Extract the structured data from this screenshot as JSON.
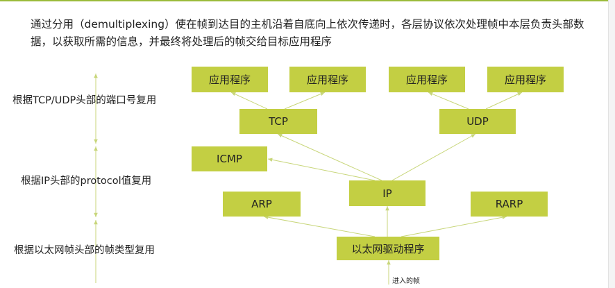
{
  "heading": "通过分用（demultiplexing）使在帧到达目的主机沿着自底向上依次传递时，各层协议依次处理帧中本层负责头部数据，以获取所需的信息，并最终将处理后的帧交给目标应用程序",
  "side_labels": {
    "top": "根据TCP/UDP头部的端口号复用",
    "middle": "根据IP头部的protocol值复用",
    "bottom": "根据以太网帧头部的帧类型复用"
  },
  "nodes": {
    "app1": "应用程序",
    "app2": "应用程序",
    "app3": "应用程序",
    "app4": "应用程序",
    "tcp": "TCP",
    "udp": "UDP",
    "icmp": "ICMP",
    "ip": "IP",
    "arp": "ARP",
    "rarp": "RARP",
    "ethernet_driver": "以太网驱动程序"
  },
  "incoming_frame_label": "进入的帧",
  "colors": {
    "node_fill": "#c3cf43",
    "arrow": "#c8d67a",
    "accent_line": "#9bbb3a"
  }
}
